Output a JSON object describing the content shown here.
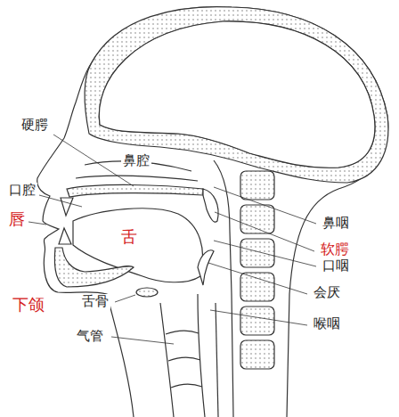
{
  "diagram": {
    "labels": [
      "硬腭",
      "鼻腔",
      "口腔",
      "唇",
      "舌",
      "下颌",
      "舌骨",
      "气管",
      "鼻咽",
      "软腭",
      "口咽",
      "会厌",
      "喉咽"
    ]
  }
}
